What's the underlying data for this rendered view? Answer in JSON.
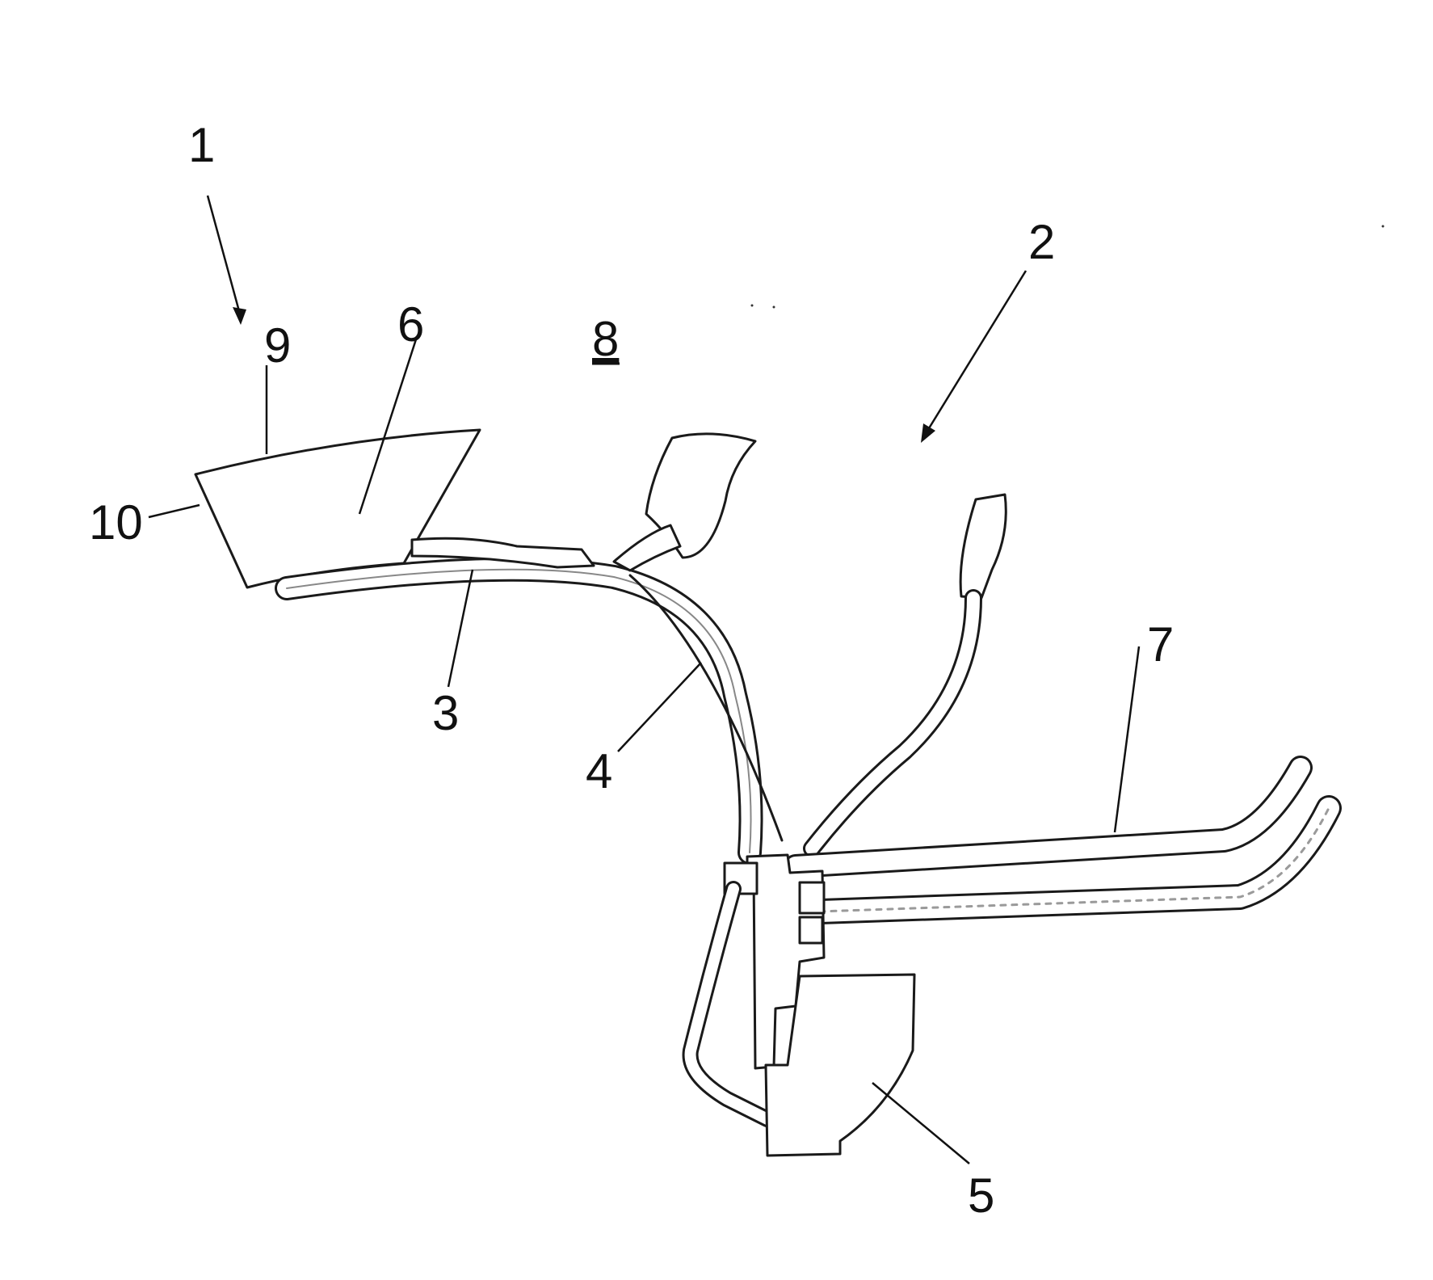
{
  "drawing": {
    "reference_numerals": [
      {
        "id": "ref-1",
        "text": "1"
      },
      {
        "id": "ref-2",
        "text": "2"
      },
      {
        "id": "ref-3",
        "text": "3"
      },
      {
        "id": "ref-4",
        "text": "4"
      },
      {
        "id": "ref-5",
        "text": "5"
      },
      {
        "id": "ref-6",
        "text": "6"
      },
      {
        "id": "ref-7",
        "text": "7"
      },
      {
        "id": "ref-8",
        "text": "8"
      },
      {
        "id": "ref-9",
        "text": "9"
      },
      {
        "id": "ref-10",
        "text": "10"
      }
    ]
  }
}
